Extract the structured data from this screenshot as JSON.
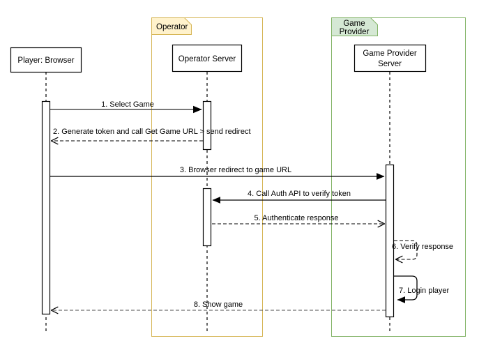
{
  "diagram": {
    "type": "sequence-diagram",
    "title": "",
    "colors": {
      "operator_frame_stroke": "#d6b656",
      "operator_tab_fill": "#fff2cc",
      "game_provider_frame_stroke": "#82b366",
      "game_provider_tab_fill": "#d5e8d4",
      "actor_box_stroke": "#000000",
      "actor_box_fill": "#ffffff",
      "lifeline": "#000000",
      "message_solid": "#000000",
      "message_gray": "#666666",
      "background": "#ffffff"
    },
    "groups": [
      {
        "id": "operator",
        "label": "Operator",
        "label_lines": [
          "Operator"
        ]
      },
      {
        "id": "game-provider",
        "label": "Game Provider",
        "label_lines": [
          "Game",
          "Provider"
        ]
      }
    ],
    "actors": [
      {
        "id": "player",
        "label": "Player: Browser",
        "label_lines": [
          "Player: Browser"
        ]
      },
      {
        "id": "operator-server",
        "label": "Operator Server",
        "label_lines": [
          "Operator Server"
        ]
      },
      {
        "id": "game-provider-server",
        "label": "Game Provider Server",
        "label_lines": [
          "Game Provider",
          "Server"
        ]
      }
    ],
    "messages": [
      {
        "number": "1",
        "label": "1. Select Game",
        "from": "player",
        "to": "operator-server",
        "style": "solid",
        "arrow": "filled",
        "self": false
      },
      {
        "number": "2",
        "label": "2. Generate token and call Get Game URL > send redirect",
        "from": "operator-server",
        "to": "player",
        "style": "dashed",
        "arrow": "open",
        "self": false
      },
      {
        "number": "3",
        "label": "3. Browser redirect to game URL",
        "from": "player",
        "to": "game-provider-server",
        "style": "solid",
        "arrow": "filled",
        "self": false
      },
      {
        "number": "4",
        "label": "4. Call Auth API to verify token",
        "from": "game-provider-server",
        "to": "operator-server",
        "style": "solid",
        "arrow": "filled",
        "self": false
      },
      {
        "number": "5",
        "label": "5. Authenticate response",
        "from": "operator-server",
        "to": "game-provider-server",
        "style": "dashed",
        "arrow": "open",
        "self": false
      },
      {
        "number": "6",
        "label": "6. Verify response",
        "from": "game-provider-server",
        "to": "game-provider-server",
        "style": "dashed",
        "arrow": "open",
        "self": true
      },
      {
        "number": "7",
        "label": "7. Login player",
        "from": "game-provider-server",
        "to": "game-provider-server",
        "style": "solid",
        "arrow": "filled",
        "self": true
      },
      {
        "number": "8",
        "label": "8. Show game",
        "from": "game-provider-server",
        "to": "player",
        "style": "dashed",
        "arrow": "open",
        "self": false
      }
    ]
  }
}
